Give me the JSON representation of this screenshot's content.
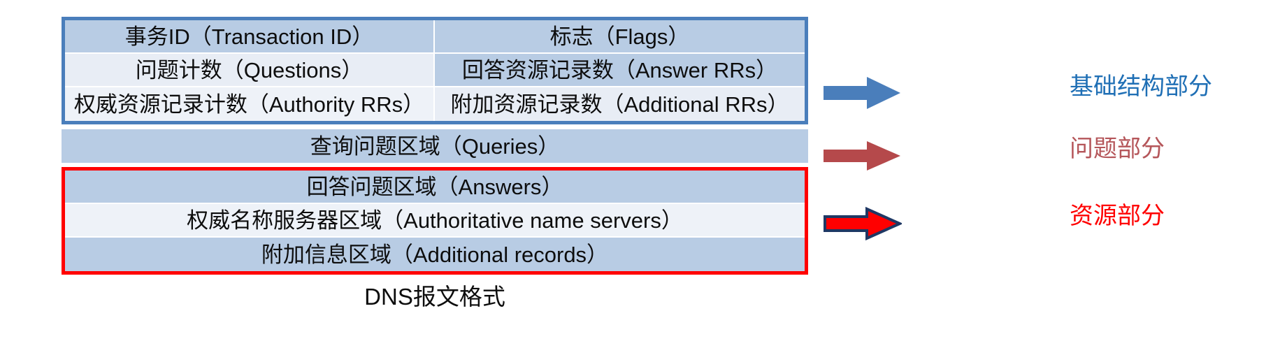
{
  "diagram": {
    "caption": "DNS报文格式",
    "header_rows": [
      {
        "left": "事务ID（Transaction ID）",
        "right": "标志（Flags）"
      },
      {
        "left": "问题计数（Questions）",
        "right": "回答资源记录数（Answer RRs）"
      },
      {
        "left": "权威资源记录计数（Authority RRs）",
        "right": "附加资源记录数（Additional RRs）"
      }
    ],
    "queries_row": "查询问题区域（Queries）",
    "resource_rows": [
      "回答问题区域（Answers）",
      "权威名称服务器区域（Authoritative name servers）",
      "附加信息区域（Additional records）"
    ]
  },
  "annotations": [
    {
      "label": "基础结构部分",
      "arrow_icon": "right-arrow-icon",
      "color": "#1F6FB5",
      "arrow_fill": "#4A7EBB",
      "arrow_stroke": "none"
    },
    {
      "label": "问题部分",
      "arrow_icon": "right-arrow-icon",
      "color": "#B5565A",
      "arrow_fill": "#B5494B",
      "arrow_stroke": "none"
    },
    {
      "label": "资源部分",
      "arrow_icon": "right-arrow-icon",
      "color": "#FF0000",
      "arrow_fill": "#FF0000",
      "arrow_stroke": "#1F3864"
    }
  ],
  "colors": {
    "header_border": "#4A7EBB",
    "resource_border": "#FF0000",
    "band_dark": "#B8CCE4",
    "band_light": "#E8EDF5"
  }
}
